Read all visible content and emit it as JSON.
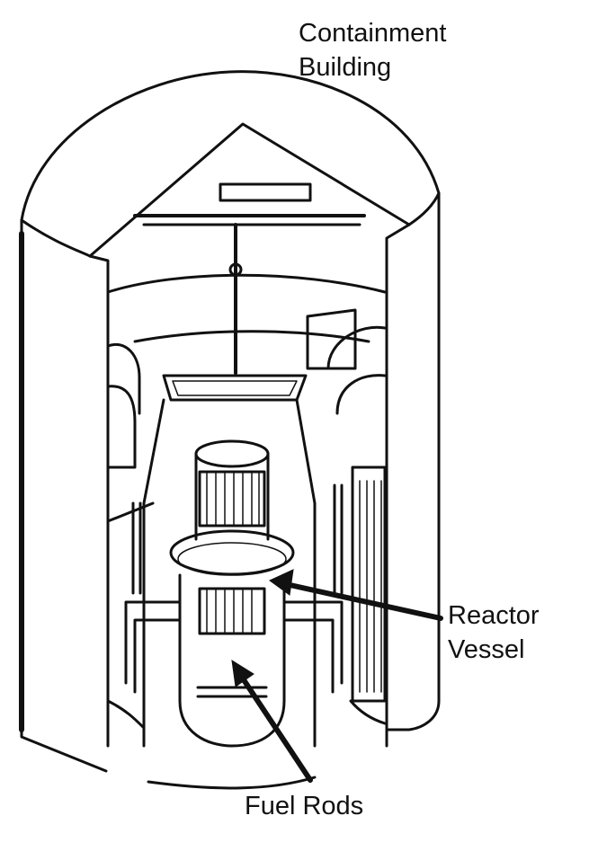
{
  "labels": {
    "containment": {
      "line1": "Containment",
      "line2": "Building"
    },
    "reactor_vessel": {
      "line1": "Reactor",
      "line2": "Vessel"
    },
    "fuel_rods": "Fuel Rods"
  },
  "colors": {
    "ink": "#111111",
    "background": "#ffffff"
  }
}
